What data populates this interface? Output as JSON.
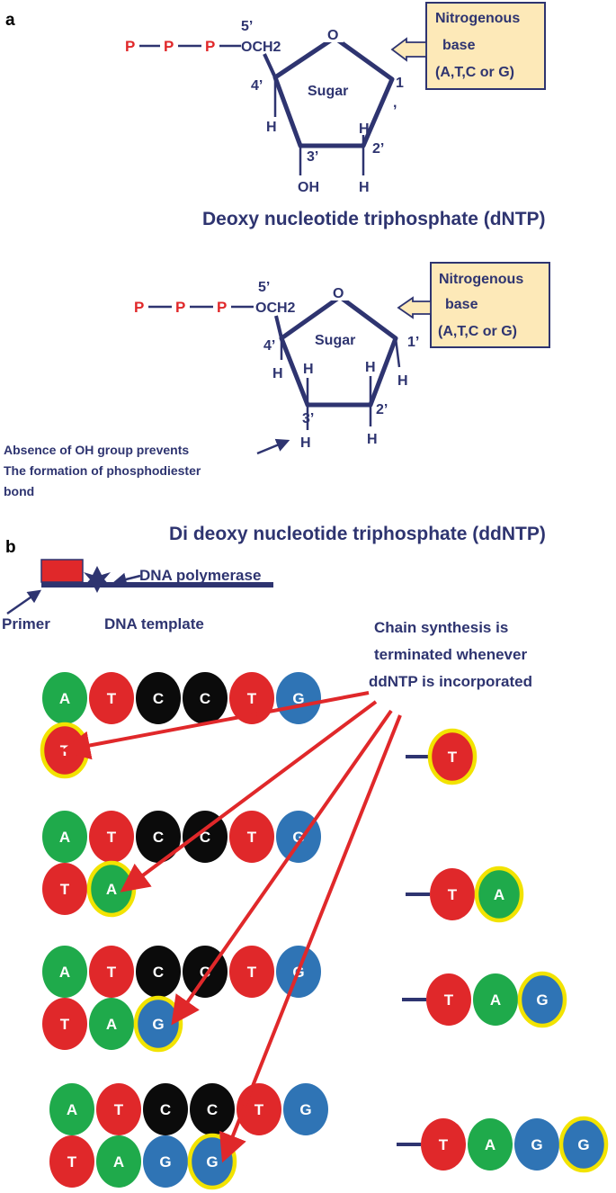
{
  "panels": {
    "a": "a",
    "b": "b"
  },
  "dntp": {
    "phosphates": [
      "P",
      "P",
      "P"
    ],
    "och2": "OCH2",
    "oxygen": "O",
    "sugar": "Sugar",
    "c1": "1",
    "c1_prime": ",",
    "c2": "2’",
    "c3": "3’",
    "c4": "4’",
    "c5": "5’",
    "h_c4": "H",
    "h_c2_up": "H",
    "h_c2_down": "H",
    "oh_c3": "OH",
    "base_box": [
      "Nitrogenous",
      "base",
      "(A,T,C or G)"
    ],
    "title": "Deoxy nucleotide triphosphate (dNTP)"
  },
  "ddntp": {
    "phosphates": [
      "P",
      "P",
      "P"
    ],
    "och2": "OCH2",
    "oxygen": "O",
    "sugar": "Sugar",
    "c1": "1’",
    "c2": "2’",
    "c3": "3’",
    "c4": "4’",
    "c5": "5’",
    "h_c4": "H",
    "h_c3_up": "H",
    "h_c3_down": "H",
    "h_c2_up": "H",
    "h_c2_down": "H",
    "h_c1": "H",
    "base_box": [
      "Nitrogenous",
      "base",
      "(A,T,C or G)"
    ],
    "note": [
      "Absence of OH group prevents",
      "The formation of phosphodiester",
      "bond"
    ],
    "title": "Di deoxy nucleotide triphosphate (ddNTP)"
  },
  "sequencing": {
    "polymerase_label": "DNA polymerase",
    "primer_label": "Primer",
    "template_label": "DNA template",
    "termination_note": [
      "Chain synthesis is",
      "terminated whenever",
      "ddNTP is incorporated"
    ],
    "template_strand": [
      "A",
      "T",
      "C",
      "C",
      "T",
      "G"
    ],
    "reactions": [
      {
        "new_strand": [
          "T"
        ],
        "product": [
          "T"
        ]
      },
      {
        "new_strand": [
          "T",
          "A"
        ],
        "product": [
          "T",
          "A"
        ]
      },
      {
        "new_strand": [
          "T",
          "A",
          "G"
        ],
        "product": [
          "T",
          "A",
          "G"
        ]
      },
      {
        "new_strand": [
          "T",
          "A",
          "G",
          "G"
        ],
        "product": [
          "T",
          "A",
          "G",
          "G"
        ]
      }
    ]
  },
  "colors": {
    "A": "#1faa4b",
    "T": "#e0282a",
    "C": "#0b0b0b",
    "G": "#2f74b5",
    "navy": "#2e3470",
    "phosphate": "#e0282a",
    "arrow": "#e0282a",
    "highlight_ring": "#f2e300",
    "base_box_fill": "#fde9b8",
    "primer": "#e0282a"
  }
}
